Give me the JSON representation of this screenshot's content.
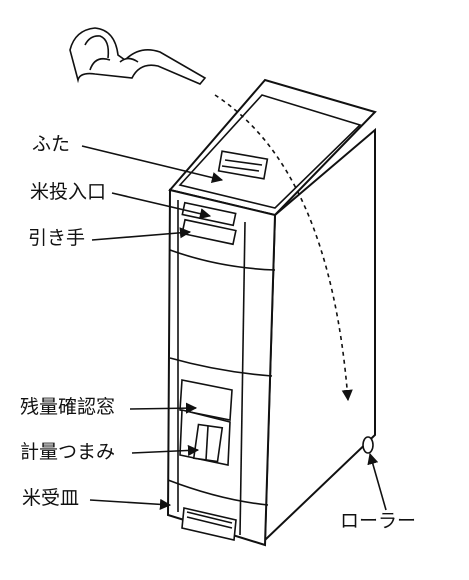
{
  "labels": {
    "lid": "ふた",
    "rice_inlet": "米投入口",
    "handle": "引き手",
    "level_window": "残量確認窓",
    "measure_knob": "計量つまみ",
    "rice_tray": "米受皿",
    "roller": "ローラー"
  },
  "colors": {
    "line": "#111111",
    "background": "#ffffff"
  }
}
